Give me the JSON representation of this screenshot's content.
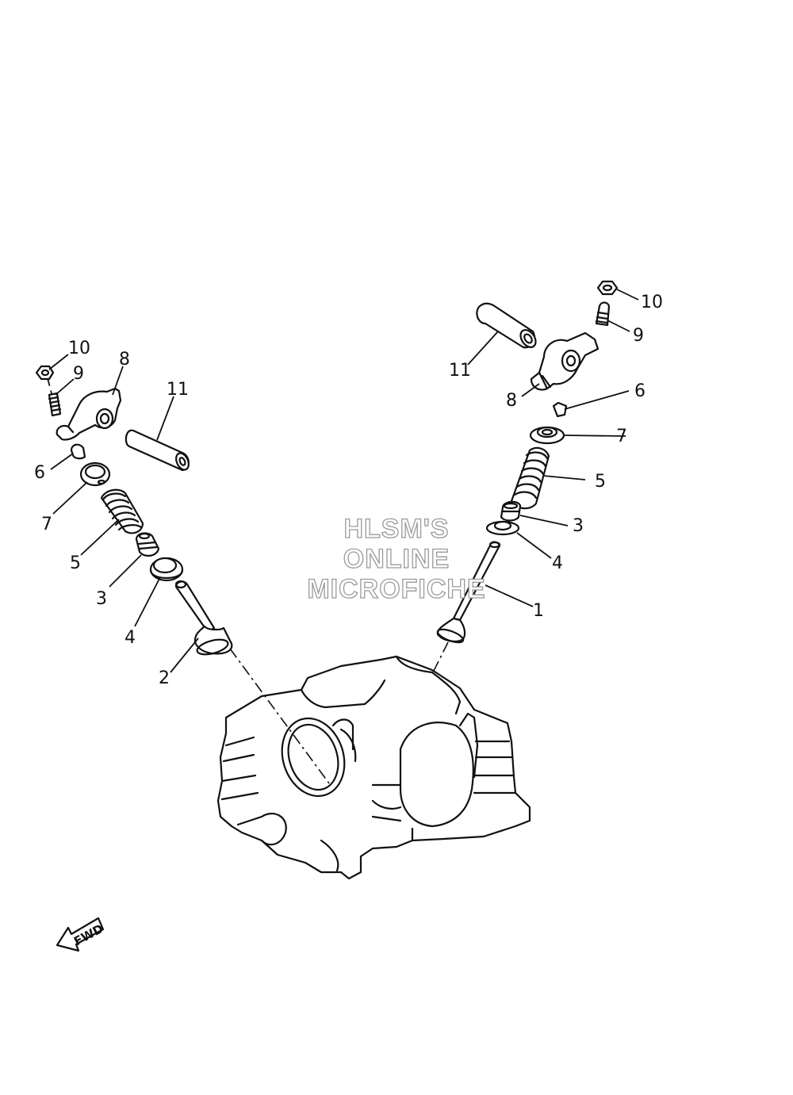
{
  "callouts": {
    "left": {
      "n10": "10",
      "n9": "9",
      "n8": "8",
      "n11": "11",
      "n6": "6",
      "n7": "7",
      "n5": "5",
      "n3": "3",
      "n4": "4",
      "n2": "2"
    },
    "right": {
      "n10": "10",
      "n9": "9",
      "n11": "11",
      "n8": "8",
      "n6": "6",
      "n7": "7",
      "n5": "5",
      "n3": "3",
      "n4": "4",
      "n1": "1"
    }
  },
  "watermark": {
    "line1": "HLSM'S",
    "line2": "ONLINE",
    "line3": "MICROFICHE"
  },
  "fwd_label": "FWD",
  "icons": {
    "fwd": "fwd-arrow-icon"
  }
}
